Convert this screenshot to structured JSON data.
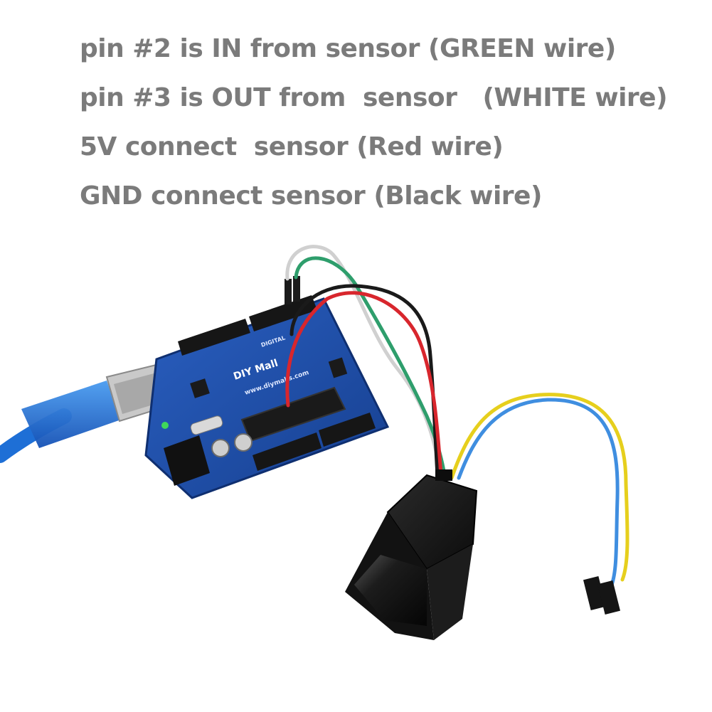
{
  "caption": {
    "lines": [
      "pin #2 is IN from sensor (GREEN wire)",
      "pin #3 is OUT from  sensor   (WHITE wire)",
      "5V connect  sensor (Red wire)",
      "GND connect sensor (Black wire)"
    ]
  },
  "photo": {
    "board": {
      "brand_logo": "DIY Mall",
      "website": "www.diymalls.com",
      "digital_label": "DIGITAL"
    },
    "colors": {
      "text": "#7b7b7b",
      "board_blue": "#1f4fa8",
      "usb_blue": "#1e6fd6",
      "wire_green": "#2e9e6c",
      "wire_white": "#f2f2f2",
      "wire_red": "#d8262d",
      "wire_black": "#1a1a1a",
      "wire_yellow": "#e6cf1d",
      "wire_blue": "#3f8ee0"
    }
  }
}
